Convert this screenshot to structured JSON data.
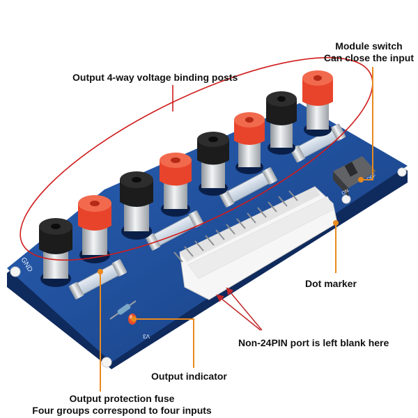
{
  "callouts": {
    "binding_posts": "Output 4-way voltage binding posts",
    "module_switch": {
      "line1": "Module switch",
      "line2": "Can close the input"
    },
    "dot_marker": "Dot marker",
    "blank_port": "Non-24PIN port is left blank here",
    "output_indicator": "Output indicator",
    "fuse": {
      "line1": "Output protection fuse",
      "line2": "Four groups correspond to four inputs"
    }
  },
  "board_marks": {
    "gnd": "GND",
    "switch_on": "ON",
    "switch_off": "OFF",
    "v3": "V3"
  },
  "colors": {
    "pcb": "#1f4f9c",
    "red_post": "#e8442b",
    "black_post": "#1c1c1c",
    "callout_line": "#e88a1e",
    "ellipse": "#d01c1c",
    "arrow": "#c0262a"
  },
  "posts": [
    "black",
    "red",
    "black",
    "red",
    "black",
    "red",
    "black",
    "red"
  ]
}
